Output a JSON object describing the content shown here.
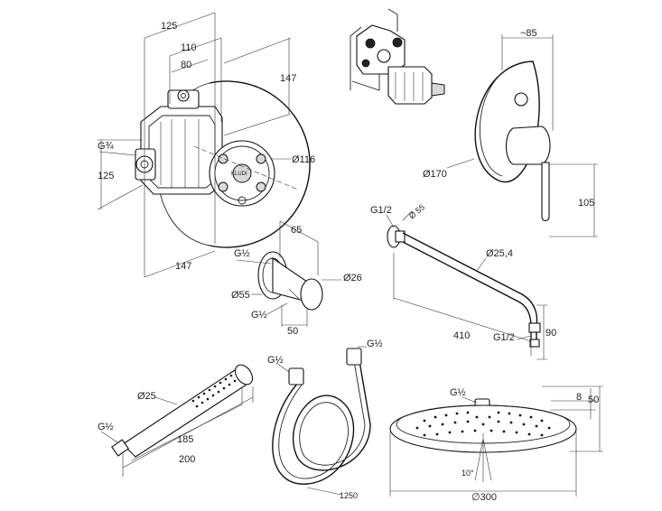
{
  "mixer_box": {
    "dim_125_top": "125",
    "dim_110": "110",
    "dim_80": "80",
    "dim_147_right": "147",
    "dim_g34": "G¾",
    "dim_125_left": "125",
    "dim_d116": "Ø116",
    "dim_147_bottom": "147"
  },
  "trim_plate": {
    "dim_85": "~85",
    "dim_d170": "Ø170",
    "dim_105": "105"
  },
  "wall_outlet": {
    "dim_65": "65",
    "dim_g12_top": "G½",
    "dim_d26": "Ø26",
    "dim_d55": "Ø55",
    "dim_g12_bottom": "G½",
    "dim_50": "50"
  },
  "shower_arm": {
    "dim_g12_top": "G1/2",
    "dim_d55": "Ø 55",
    "dim_d254": "Ø25,4",
    "dim_410": "410",
    "dim_g12_bottom": "G1/2",
    "dim_90": "90"
  },
  "hand_shower": {
    "dim_d25": "Ø25",
    "dim_g12": "G½",
    "dim_185": "185",
    "dim_200": "200"
  },
  "hose": {
    "dim_g12_left": "G½",
    "dim_g12_right": "G½",
    "dim_1250": "1250"
  },
  "head_shower": {
    "dim_g12": "G½",
    "dim_8": "8",
    "dim_50": "50",
    "dim_angle": "10°",
    "dim_d300": "∅300"
  }
}
